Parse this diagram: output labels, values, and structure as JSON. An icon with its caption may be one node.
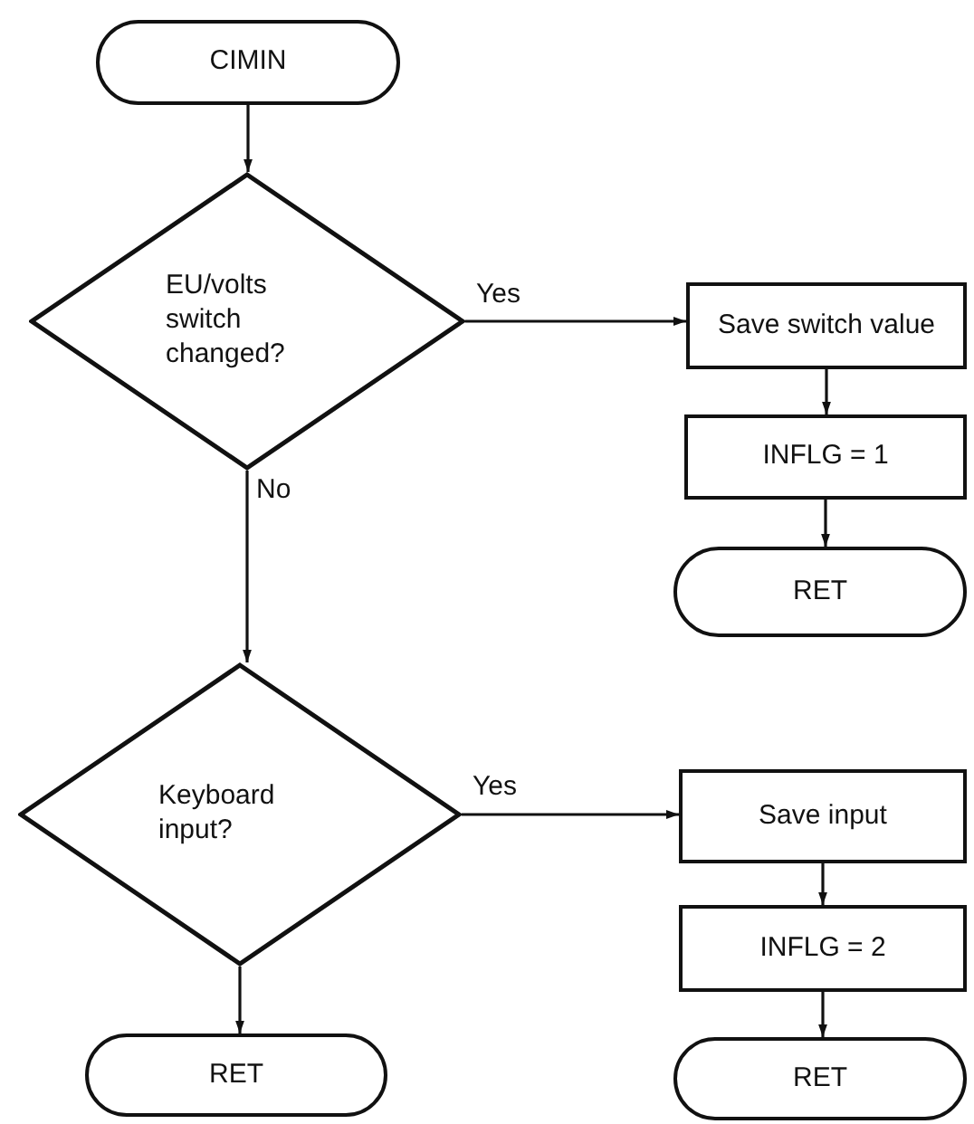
{
  "diagram": {
    "nodes": [
      {
        "text": [
          "CIMIN"
        ]
      },
      {
        "text": [
          "EU/volts switch changed?"
        ]
      },
      {
        "text": [
          "Save switch value"
        ]
      },
      {
        "text": [
          "INFLG = 1"
        ]
      },
      {
        "text": [
          "RET"
        ]
      },
      {
        "text": [
          "Keyboard input?"
        ]
      },
      {
        "text": [
          "Save input"
        ]
      },
      {
        "text": [
          "INFLG = 2"
        ]
      },
      {
        "text": [
          "RET"
        ]
      },
      {
        "text": [
          "RET"
        ]
      }
    ],
    "edges": [
      {
        "from": 0,
        "to": 1,
        "arrow": "to"
      },
      {
        "from": 1,
        "to": 2,
        "arrow": "to",
        "label": "Yes"
      },
      {
        "from": 2,
        "to": 3,
        "arrow": "to"
      },
      {
        "from": 3,
        "to": 4,
        "arrow": "to"
      },
      {
        "from": 1,
        "to": 5,
        "arrow": "to",
        "label": "No"
      },
      {
        "from": 5,
        "to": 6,
        "arrow": "to",
        "label": "Yes"
      },
      {
        "from": 6,
        "to": 7,
        "arrow": "to"
      },
      {
        "from": 7,
        "to": 8,
        "arrow": "to"
      },
      {
        "from": 5,
        "to": 9,
        "arrow": "to"
      }
    ]
  }
}
